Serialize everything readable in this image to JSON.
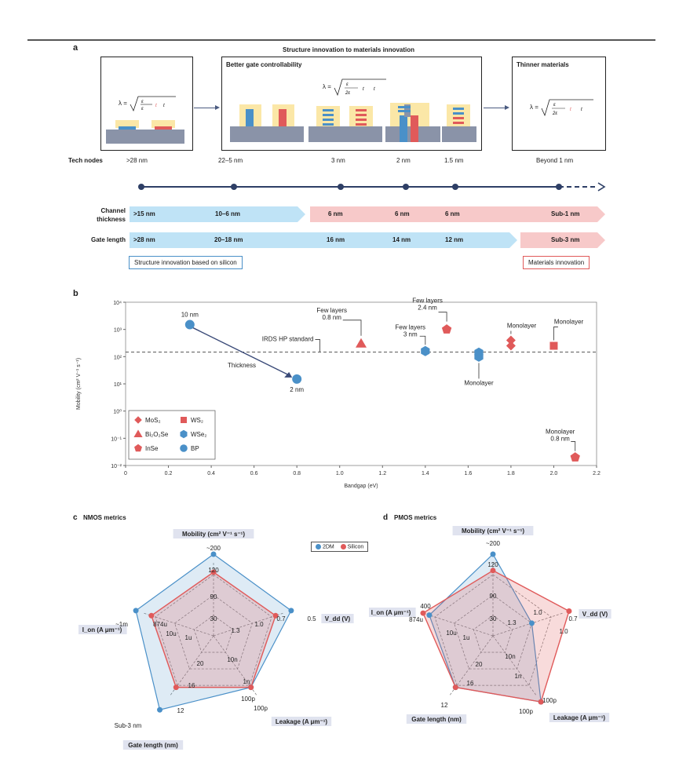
{
  "panel_a": {
    "label": "a",
    "title": "Structure innovation to materials innovation",
    "middle_box_title": "Better gate controllability",
    "right_box_title": "Thinner materials",
    "formula_lambda": "λ =",
    "tech_nodes_label": "Tech nodes",
    "tech_nodes": [
      ">28 nm",
      "22–5 nm",
      "3 nm",
      "2 nm",
      "1.5 nm",
      "Beyond 1 nm"
    ],
    "channel_thickness_label": "Channel thickness",
    "channel_thickness": [
      ">15 nm",
      "10–6 nm",
      "6 nm",
      "6 nm",
      "6 nm",
      "Sub-1 nm"
    ],
    "gate_length_label": "Gate length",
    "gate_length": [
      ">28 nm",
      "20–18 nm",
      "16 nm",
      "14 nm",
      "12 nm",
      "Sub-3 nm"
    ],
    "structure_caption": "Structure innovation based on silicon",
    "materials_caption": "Materials innovation"
  },
  "panel_b": {
    "label": "b",
    "standard_label": "IRDS HP standard",
    "thickness_label": "Thickness",
    "legend": [
      "MoS₂",
      "WS₂",
      "Bi₂O₂Se",
      "WSe₂",
      "InSe",
      "BP"
    ],
    "annotations": [
      "10 nm",
      "2 nm",
      "Few layers\n0.8 nm",
      "Few layers\n2.4 nm",
      "Few layers\n3 nm",
      "Monolayer",
      "Monolayer",
      "Monolayer",
      "Monolayer\n0.8 nm"
    ],
    "chart_data": {
      "type": "scatter",
      "xlabel": "Bandgap (eV)",
      "ylabel": "Mobility (cm² V⁻¹ s⁻¹)",
      "xlim": [
        0,
        2.2
      ],
      "ylim_log10": [
        -2,
        4
      ],
      "x_ticks": [
        "0",
        "0.2",
        "0.4",
        "0.6",
        "0.8",
        "1.0",
        "1.2",
        "1.4",
        "1.6",
        "1.8",
        "2.0",
        "2.2"
      ],
      "y_ticks": [
        "10⁻²",
        "10⁻¹",
        "10⁰",
        "10¹",
        "10²",
        "10³",
        "10⁴"
      ],
      "standard_y": 148,
      "points": [
        {
          "material": "BP",
          "x": 0.3,
          "y": 1500,
          "color": "#4a90c8"
        },
        {
          "material": "BP",
          "x": 0.8,
          "y": 15,
          "color": "#4a90c8"
        },
        {
          "material": "Bi2O2Se",
          "x": 1.1,
          "y": 300,
          "color": "#e05a5a"
        },
        {
          "material": "InSe",
          "x": 1.5,
          "y": 1000,
          "color": "#e05a5a"
        },
        {
          "material": "WSe2",
          "x": 1.4,
          "y": 160,
          "color": "#4a90c8"
        },
        {
          "material": "WSe2",
          "x": 1.65,
          "y": 140,
          "color": "#4a90c8"
        },
        {
          "material": "WSe2",
          "x": 1.65,
          "y": 100,
          "color": "#4a90c8"
        },
        {
          "material": "MoS2",
          "x": 1.8,
          "y": 400,
          "color": "#e05a5a"
        },
        {
          "material": "MoS2",
          "x": 1.8,
          "y": 250,
          "color": "#e05a5a"
        },
        {
          "material": "WS2",
          "x": 2.0,
          "y": 250,
          "color": "#e05a5a"
        },
        {
          "material": "InSe",
          "x": 2.1,
          "y": 0.02,
          "color": "#e05a5a"
        }
      ]
    }
  },
  "panel_c": {
    "label": "c",
    "title": "NMOS metrics",
    "axes": {
      "mobility": "Mobility (cm² V⁻¹ s⁻¹)",
      "vdd": "V_dd (V)",
      "leakage": "Leakage (A μm⁻¹)",
      "gate_length": "Gate length (nm)",
      "ion": "I_on (A μm⁻¹)"
    },
    "ring_labels": {
      "mobility": [
        "~200",
        "120",
        "90",
        "30"
      ],
      "vdd": [
        "0.5",
        "0.7",
        "1.0",
        "1.3"
      ],
      "leakage": [
        "100p",
        "100p",
        "1n",
        "10n"
      ],
      "gate_length": [
        "Sub-3 nm",
        "12",
        "16",
        "20"
      ],
      "ion": [
        "~1m",
        "874u",
        "10u",
        "1u"
      ]
    }
  },
  "panel_d": {
    "label": "d",
    "title": "PMOS metrics",
    "axes": {
      "mobility": "Mobility (cm² V⁻¹ s⁻¹)",
      "vdd": "V_dd (V)",
      "leakage": "Leakage (A μm⁻¹)",
      "gate_length": "Gate length (nm)",
      "ion": "I_on (A μm⁻¹)"
    },
    "ring_labels": {
      "mobility": [
        "~200",
        "120",
        "90",
        "30"
      ],
      "vdd": [
        "0.7",
        "1.0",
        "1.0",
        "1.3"
      ],
      "leakage": [
        "100p",
        "100p",
        "1n",
        "10n"
      ],
      "gate_length": [
        "12",
        "16",
        "20"
      ],
      "ion": [
        "400",
        "874u",
        "10u",
        "1u"
      ]
    }
  },
  "radar_legend": {
    "a": "2DM",
    "b": "Silicon"
  },
  "colors": {
    "blue": "#4a90c8",
    "red": "#e05a5a",
    "blue_band": "#bfe3f6",
    "red_band": "#f7c9c9",
    "navy": "#2e3f66"
  }
}
